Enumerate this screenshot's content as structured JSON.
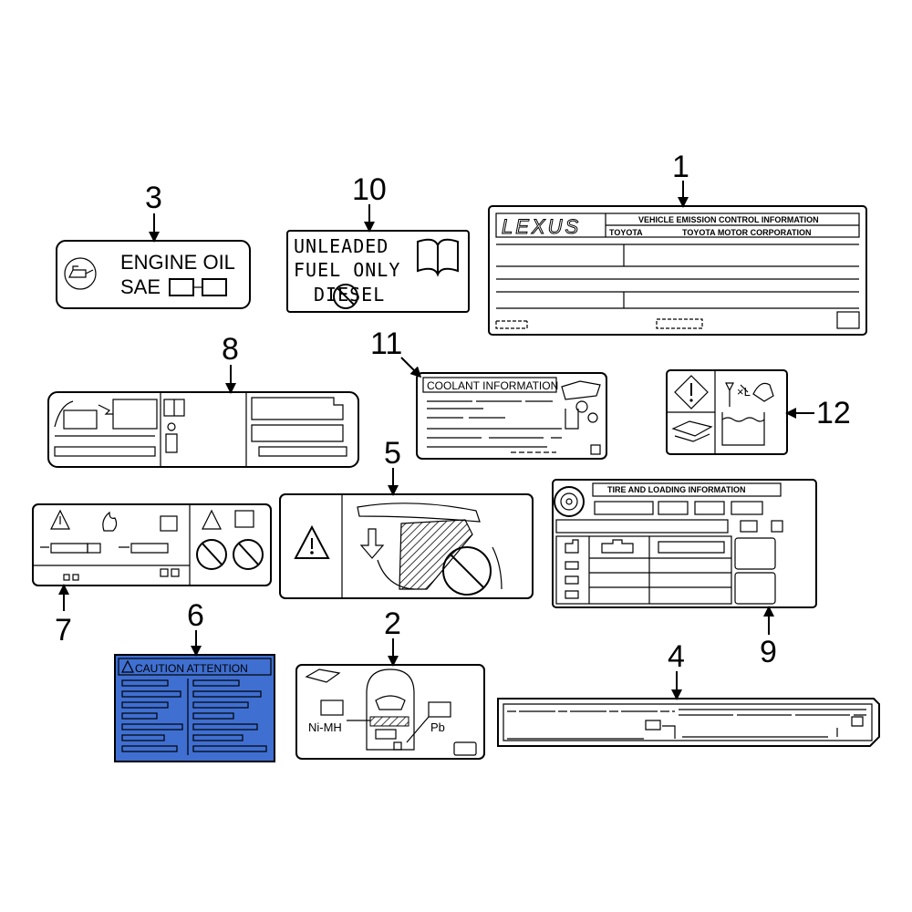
{
  "callouts": [
    "1",
    "2",
    "3",
    "4",
    "5",
    "6",
    "7",
    "8",
    "9",
    "10",
    "11",
    "12"
  ],
  "labels": {
    "engine_oil": {
      "line1": "ENGINE OIL",
      "line2": "SAE"
    },
    "fuel": {
      "line1": "UNLEADED",
      "line2": "FUEL ONLY",
      "line3": "DIESEL"
    },
    "emission": {
      "brand": "LEXUS",
      "title": "VEHICLE EMISSION CONTROL INFORMATION",
      "maker_left": "TOYOTA",
      "maker_right": "TOYOTA MOTOR CORPORATION"
    },
    "coolant": {
      "title": "COOLANT INFORMATION"
    },
    "tire": {
      "title": "TIRE AND LOADING INFORMATION"
    },
    "caution": {
      "title": "CAUTION ATTENTION"
    },
    "battery": {
      "left": "Ni-MH",
      "right": "Pb"
    }
  },
  "colors": {
    "ink": "#000000",
    "caution_blue": "#3f6fd1",
    "paper": "#ffffff"
  }
}
